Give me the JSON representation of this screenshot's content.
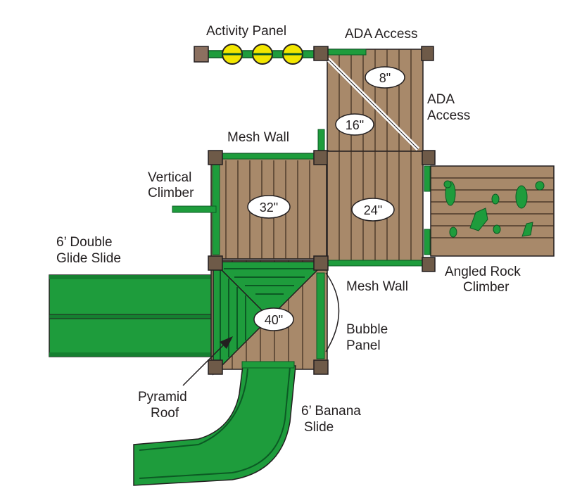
{
  "labels": {
    "activity_panel": "Activity Panel",
    "ada_access_top": "ADA Access",
    "ada_access_right_1": "ADA",
    "ada_access_right_2": "Access",
    "mesh_wall_top": "Mesh Wall",
    "vertical_climber_1": "Vertical",
    "vertical_climber_2": "Climber",
    "double_glide_slide_1": "6’ Double",
    "double_glide_slide_2": "Glide Slide",
    "mesh_wall_bottom": "Mesh Wall",
    "angled_rock_climber_1": "Angled Rock",
    "angled_rock_climber_2": "Climber",
    "bubble_panel_1": "Bubble",
    "bubble_panel_2": "Panel",
    "pyramid_roof_1": "Pyramid",
    "pyramid_roof_2": "Roof",
    "banana_slide_1": "6’ Banana",
    "banana_slide_2": "Slide"
  },
  "deck_heights": {
    "ramp_top": "8\"",
    "ramp_mid": "16\"",
    "left_deck": "32\"",
    "center_deck": "24\"",
    "tower_deck": "40\""
  },
  "colors": {
    "wood": "#a8896a",
    "wood_line": "#3a2a1e",
    "post": "#6e5a48",
    "green": "#1e9c3c",
    "green_dark": "#0c5a24",
    "yellow": "#f2e600",
    "outline": "#231f20"
  }
}
